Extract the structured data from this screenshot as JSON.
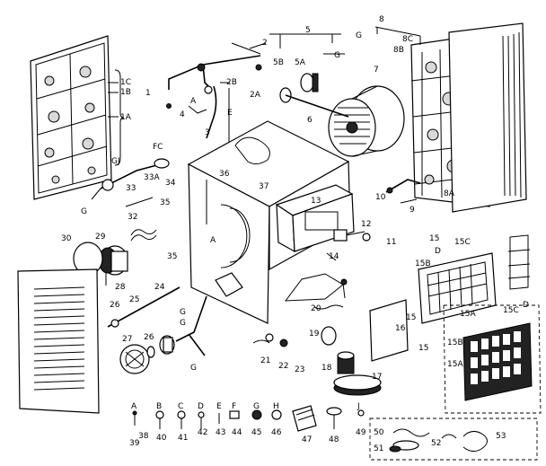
{
  "labels": {
    "l1": "1",
    "l1a": "1A",
    "l1b": "1B",
    "l1c": "1C",
    "l2": "2",
    "l2a": "2A",
    "l2b": "2B",
    "l3": "3",
    "l4": "4",
    "l5": "5",
    "l5a": "5A",
    "l5b": "5B",
    "l6": "6",
    "l7": "7",
    "l8": "8",
    "l8a": "8A",
    "l8b": "8B",
    "l8c": "8C",
    "l9": "9",
    "l10": "10",
    "l11": "11",
    "l12": "12",
    "l13": "13",
    "l14": "14",
    "l15a": "15",
    "l15b": "15",
    "l15c": "15",
    "l15A1": "15A",
    "l15A2": "15A",
    "l15B1": "15B",
    "l15B2": "15B",
    "l15C1": "15C",
    "l15C2": "15C",
    "l16": "16",
    "l17": "17",
    "l18": "18",
    "l19": "19",
    "l20": "20",
    "l21": "21",
    "l22": "22",
    "l23": "23",
    "l24": "24",
    "l25": "25",
    "l26a": "26",
    "l26b": "26",
    "l27": "27",
    "l28": "28",
    "l29": "29",
    "l30": "30",
    "l32": "32",
    "l33": "33",
    "l33a": "33A",
    "l34": "34",
    "l35a": "35",
    "l35b": "35",
    "l36": "36",
    "l37": "37",
    "lA1": "A",
    "lA2": "A",
    "lD1": "D",
    "lD2": "D",
    "lE": "E",
    "lFC": "FC",
    "lGJ": "GJ",
    "lG1": "G",
    "lG2": "G",
    "lG3": "G",
    "lG4": "G",
    "lG5": "G",
    "lG6": "G"
  },
  "hardware": {
    "letters": [
      "A",
      "B",
      "C",
      "D",
      "E",
      "F",
      "G",
      "H",
      "J"
    ],
    "numbers": [
      "38",
      "40",
      "41",
      "42",
      "43",
      "44",
      "45",
      "46",
      "47",
      "48",
      "49"
    ],
    "n39": "39",
    "kit": [
      "50",
      "51",
      "52",
      "53"
    ]
  }
}
